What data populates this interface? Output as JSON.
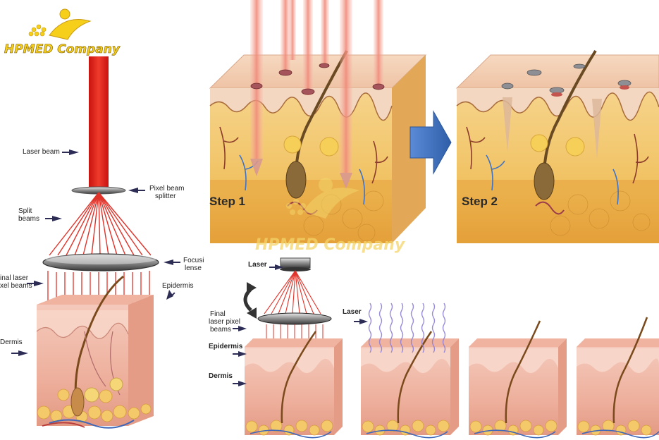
{
  "brand": {
    "top_logo_text": "HPMED Company",
    "watermark_text": "HPMED Company"
  },
  "left_panel": {
    "labels": {
      "laser_beam": "Laser beam",
      "pixel_beam_splitter_1": "Pixel beam",
      "pixel_beam_splitter_2": "splitter",
      "split_beams_1": "Split",
      "split_beams_2": "beams",
      "focusing_lens_1": "Focusi",
      "focusing_lens_2": "lense",
      "final_laser_1": "inal laser",
      "final_laser_2": "xel beams",
      "epidermis": "Epidermis",
      "dermis": "Dermis"
    }
  },
  "top_right_panel": {
    "step1": "Step 1",
    "step2": "Step 2"
  },
  "bottom_right_panel": {
    "labels": {
      "laser_a": "Laser",
      "laser_b": "Laser",
      "final_1": "Final",
      "final_2": "laser pixel",
      "final_3": "beams",
      "epidermis": "Epidermis",
      "dermis": "Dermis"
    }
  },
  "colors": {
    "beam_red": "#e5261f",
    "skin_yellow": "#f0c565",
    "skin_pink": "#f1b5a3",
    "arrow_blue": "#3b6fbf",
    "brand_yellow": "#f5cf1a"
  }
}
